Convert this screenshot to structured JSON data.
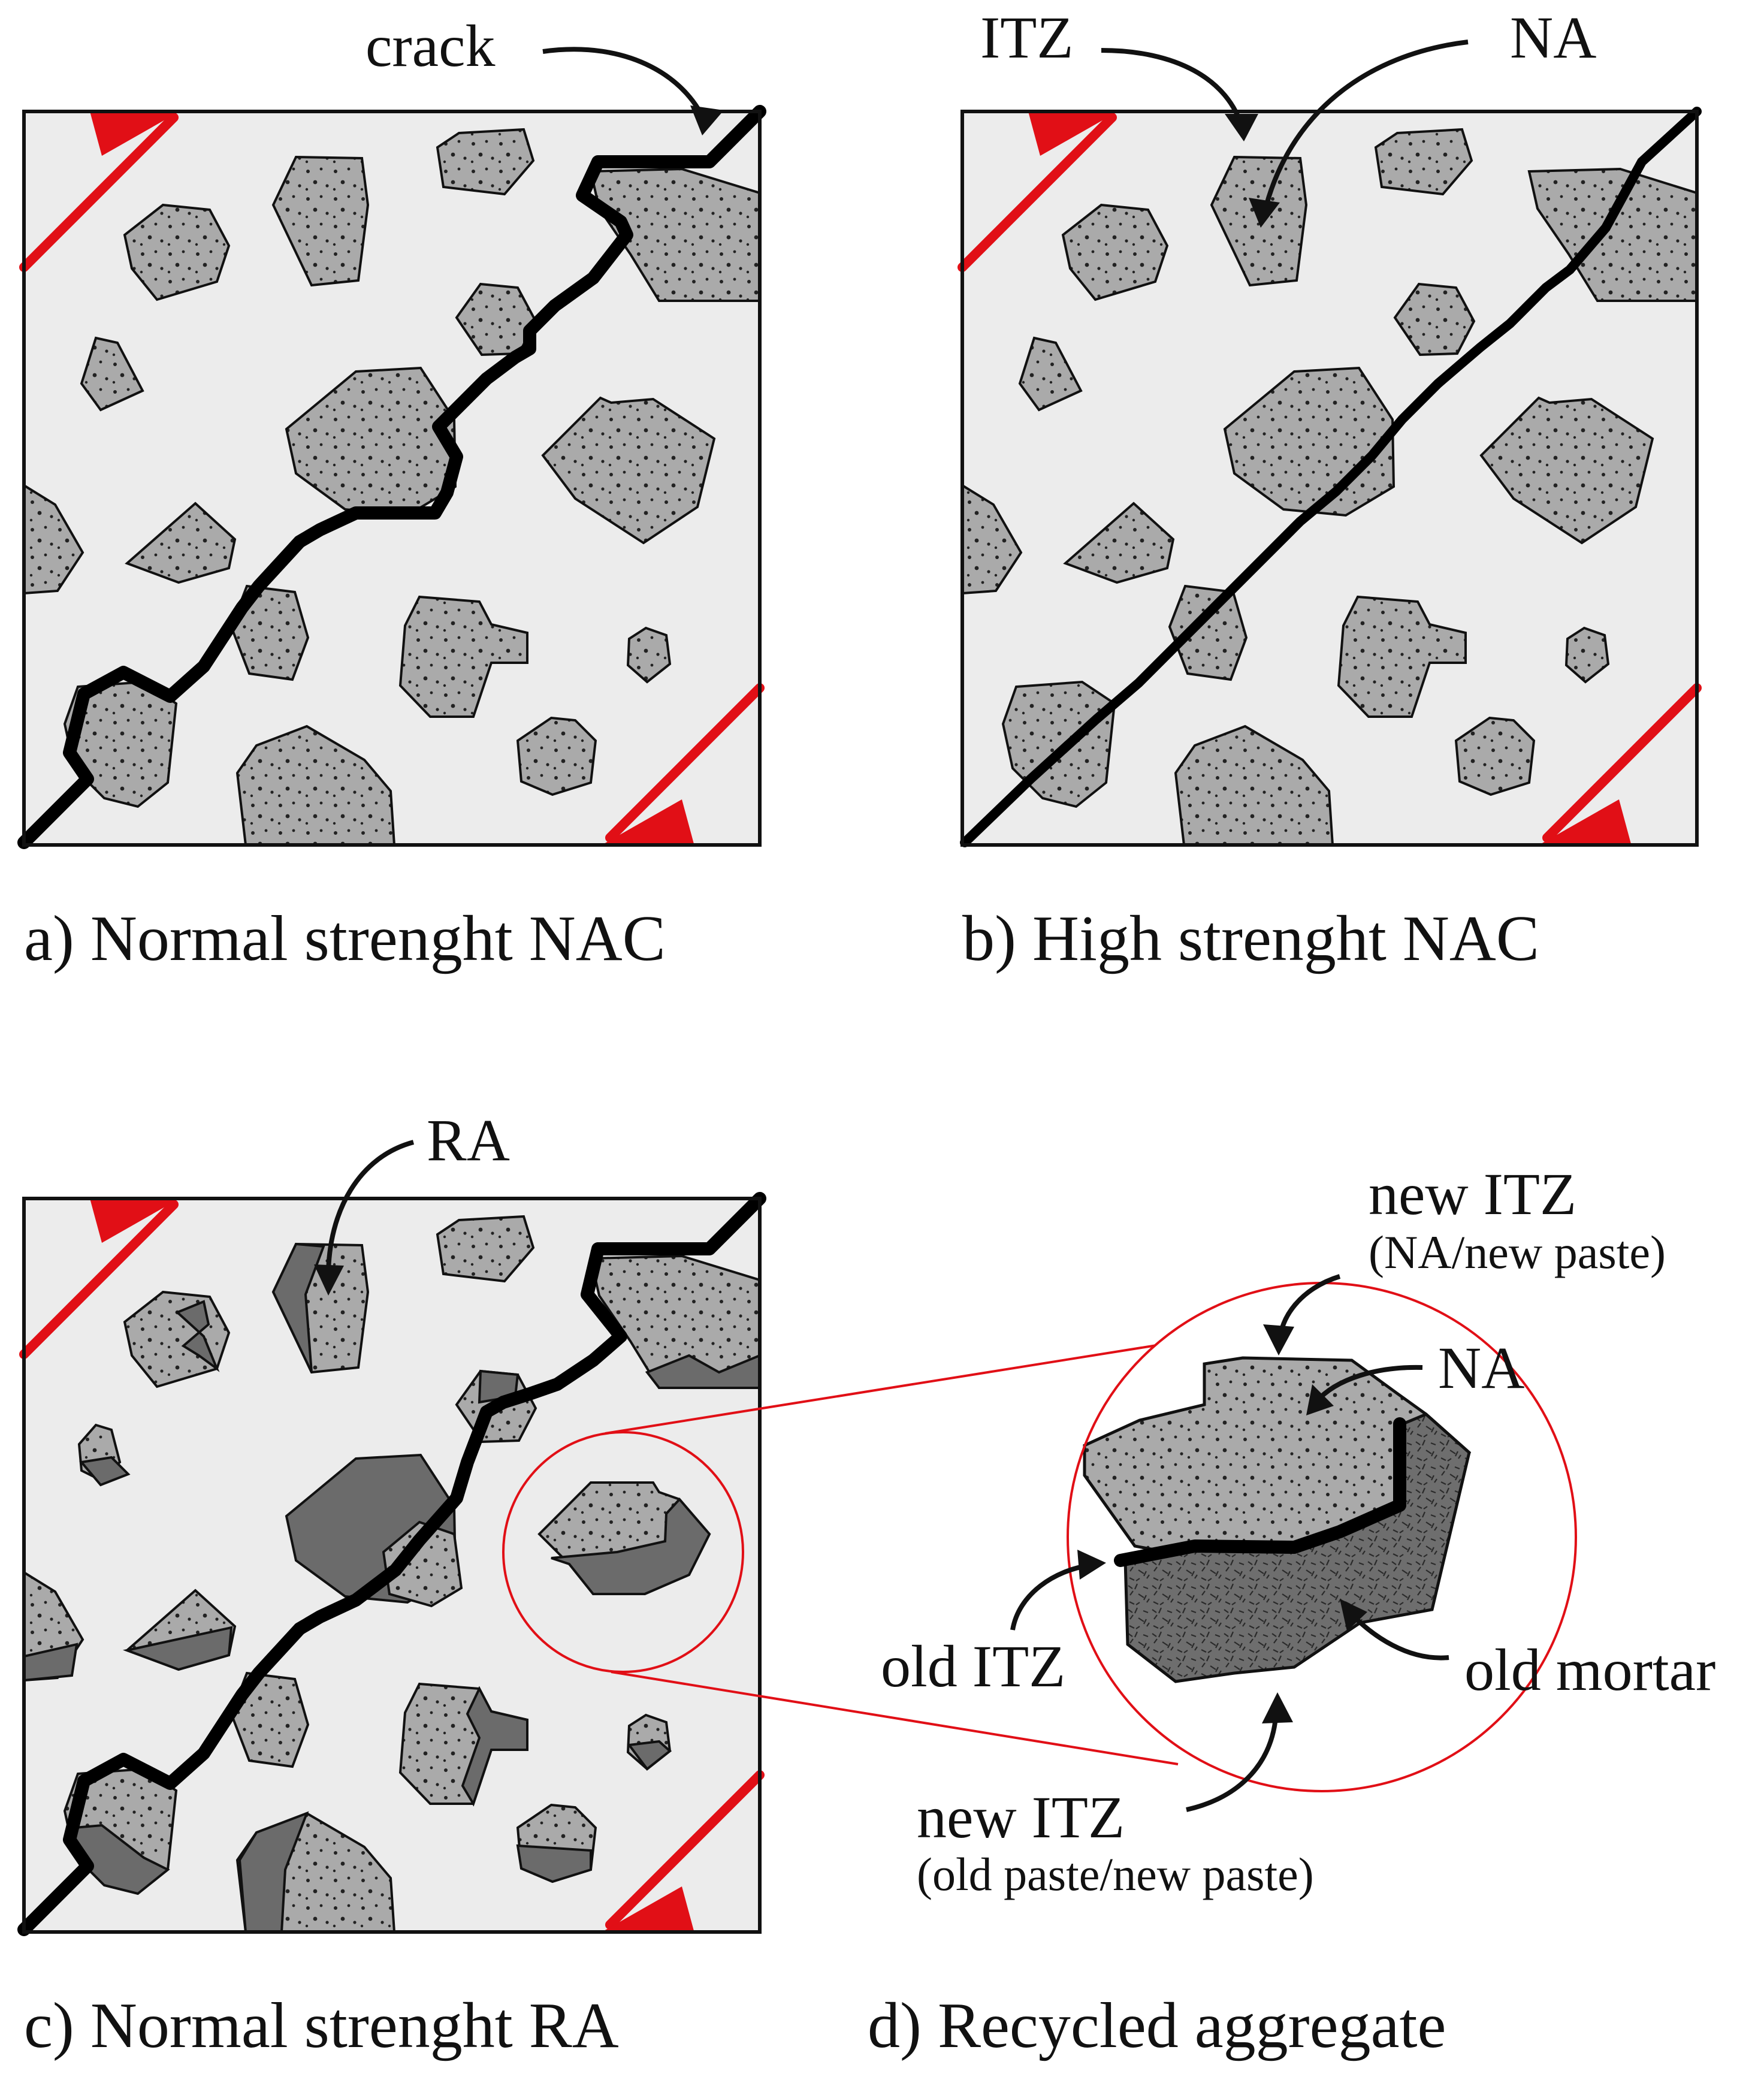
{
  "panels": {
    "a": {
      "caption": "a) Normal strenght NAC",
      "label_crack": "crack"
    },
    "b": {
      "caption": "b) High strenght NAC",
      "label_itz": "ITZ",
      "label_na": "NA"
    },
    "c": {
      "caption": "c) Normal strenght RA",
      "label_ra": "RA"
    },
    "d": {
      "caption": "d) Recycled aggregate",
      "label_new_itz_top": "new ITZ",
      "label_new_itz_top_sub": "(NA/new paste)",
      "label_na": "NA",
      "label_old_itz": "old ITZ",
      "label_old_mortar": "old mortar",
      "label_new_itz_bottom": "new ITZ",
      "label_new_itz_bottom_sub": "(old paste/new paste)"
    }
  },
  "colors": {
    "matrix": "#ececec",
    "natural_aggregate": "#aaaaaa",
    "old_mortar": "#6b6b6b",
    "crack": "#000000",
    "shear_arrows": "#e10f16"
  }
}
